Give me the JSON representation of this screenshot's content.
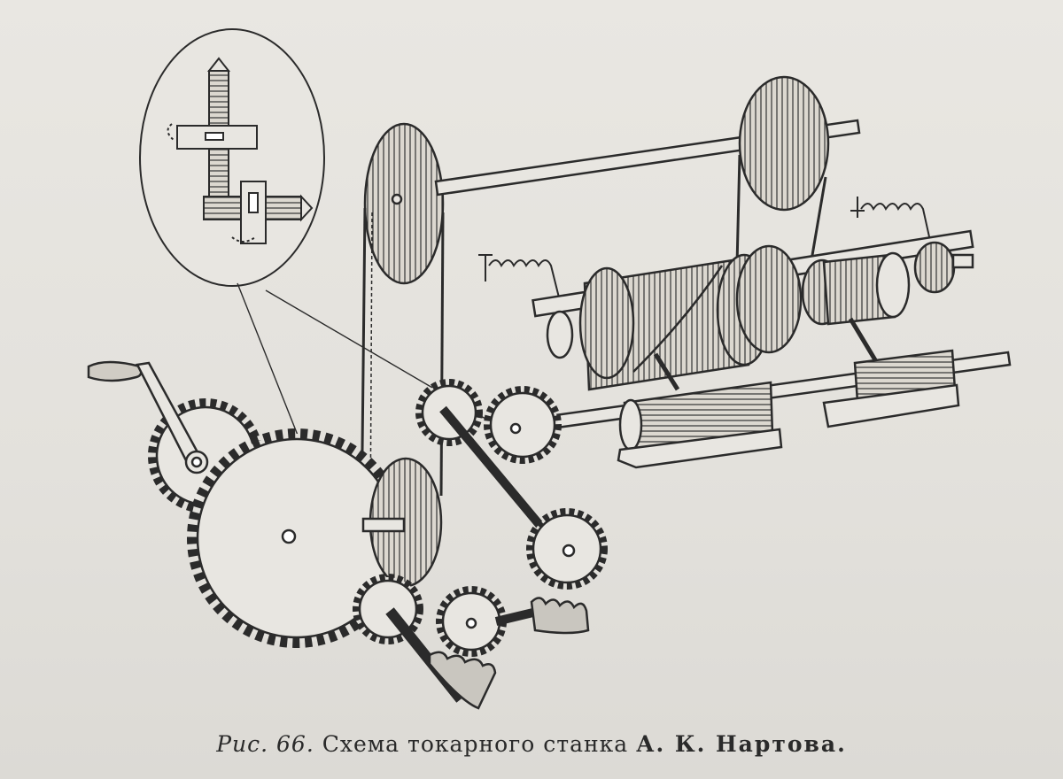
{
  "figure": {
    "caption_lead": "Рис. 66.",
    "caption_text": " Схема токарного станка ",
    "caption_name": "А. К. Нартова."
  },
  "colors": {
    "ink": "#2b2b2b",
    "paper": "#e6e4df",
    "wood": "#d8d4cc"
  },
  "icons": [
    "crank-handle-icon",
    "spur-gear-icon",
    "worm-gear-icon",
    "pulley-icon",
    "spring-icon"
  ]
}
